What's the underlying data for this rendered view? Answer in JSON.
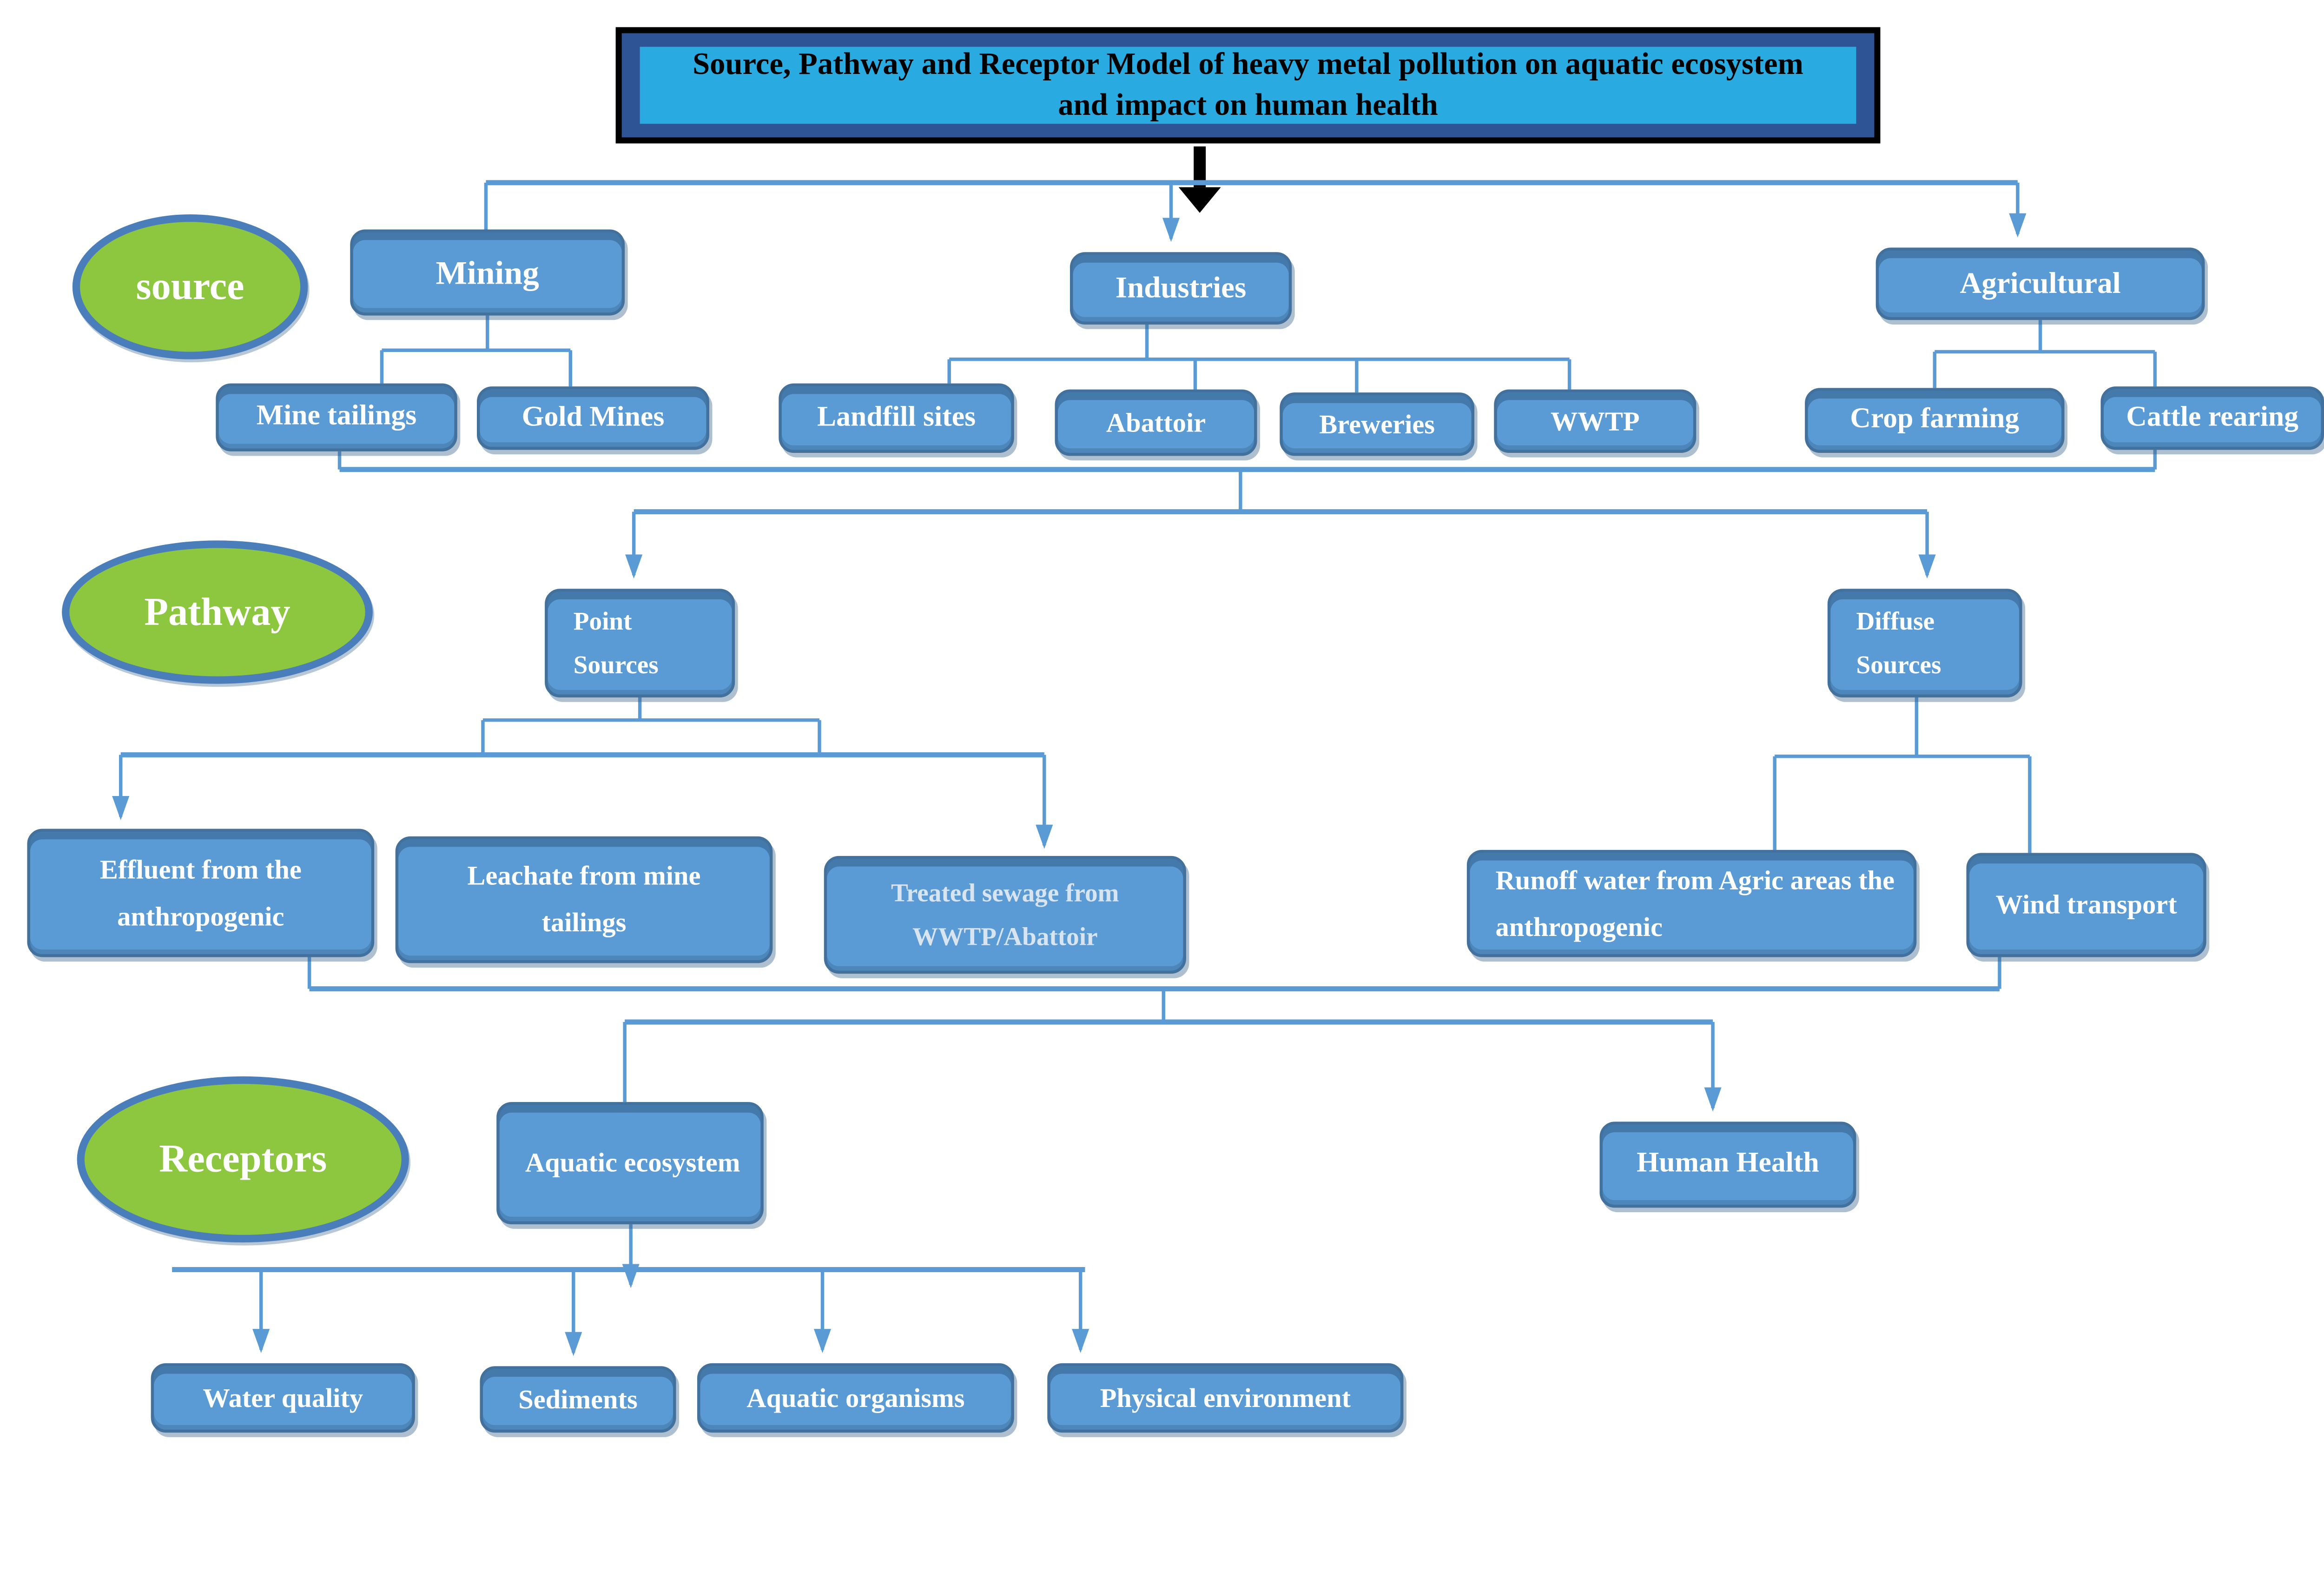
{
  "title": "Source, Pathway and Receptor Model of heavy metal pollution on aquatic ecosystem and impact on human health",
  "stage_labels": {
    "source": "source",
    "pathway": "Pathway",
    "receptors": "Receptors"
  },
  "nodes": {
    "mining": "Mining",
    "industries": "Industries",
    "agricultural": "Agricultural",
    "mine_tailings": "Mine tailings",
    "gold_mines": "Gold Mines",
    "landfill_sites": "Landfill sites",
    "abattoir": "Abattoir",
    "breweries": "Breweries",
    "wwtp": "WWTP",
    "crop_farming": "Crop farming",
    "cattle_rearing": "Cattle rearing",
    "point_sources": "Point Sources",
    "diffuse_sources": "Diffuse Sources",
    "effluent": "Effluent from the anthropogenic",
    "leachate": "Leachate from mine tailings",
    "treated_sewage": "Treated sewage from WWTP/Abattoir",
    "runoff": "Runoff water from Agric areas the anthropogenic",
    "wind_transport": "Wind transport",
    "aquatic_ecosystem": "Aquatic ecosystem",
    "human_health": "Human Health",
    "water_quality": "Water quality",
    "sediments": "Sediments",
    "aquatic_organisms": "Aquatic organisms",
    "physical_environment": "Physical environment"
  },
  "colors": {
    "title_bg": "#29ABE2",
    "title_frame": "#2F5496",
    "title_border": "#000000",
    "node_fill": "#5B9BD5",
    "node_border": "#41719C",
    "ellipse_fill": "#8DC63F",
    "ellipse_border": "#4A7EBB",
    "wire": "#5B9BD5",
    "black_arrow": "#000000",
    "treated_text": "#D9E4F1"
  }
}
